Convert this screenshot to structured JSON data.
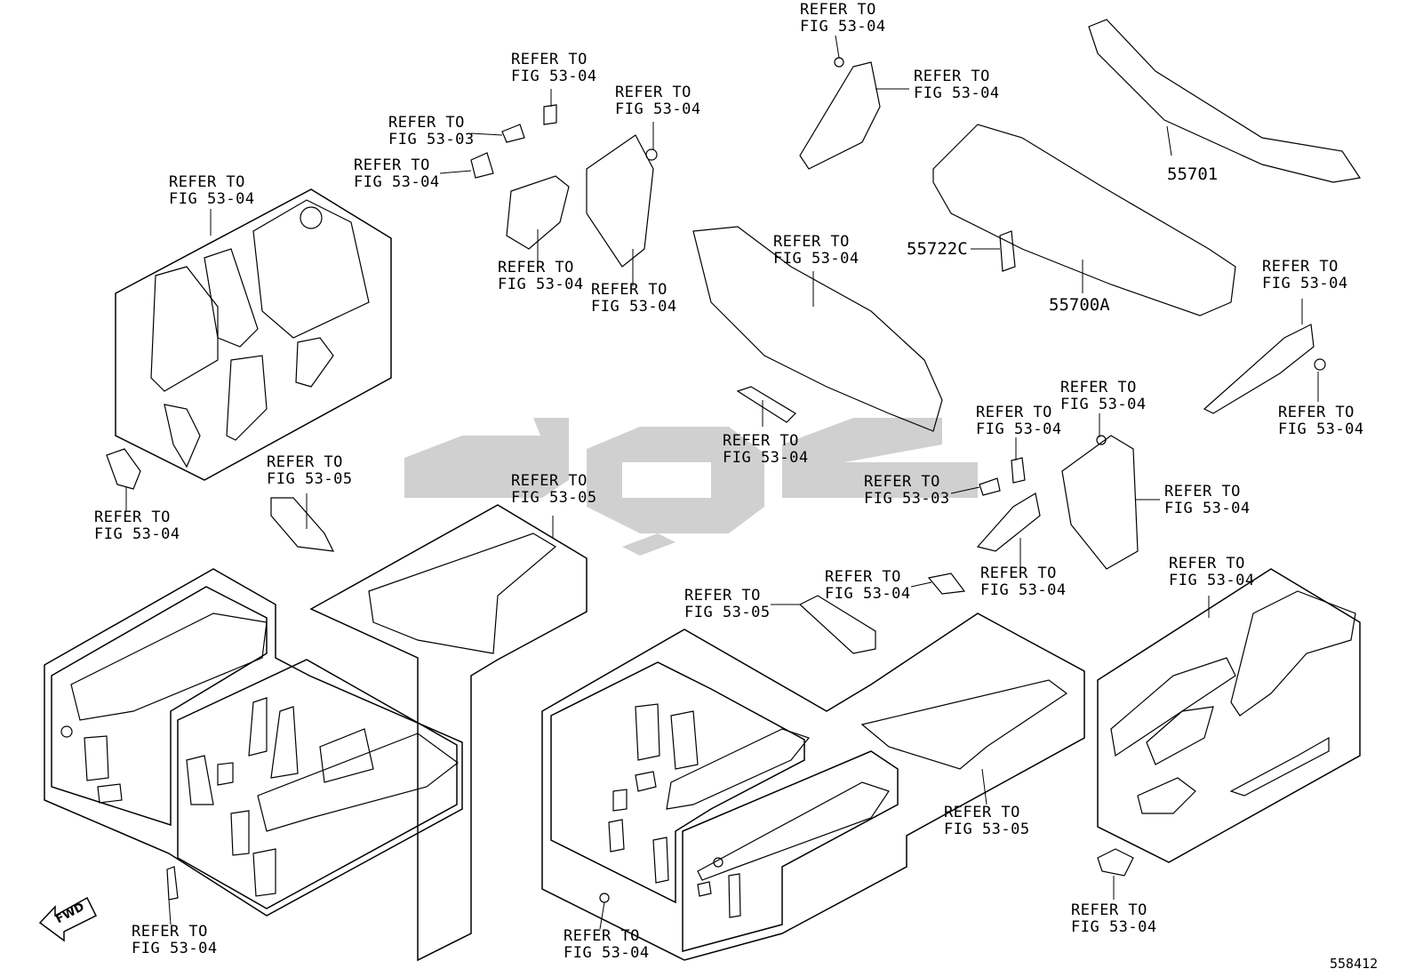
{
  "refs": [
    {
      "id": "r01",
      "line1": "REFER TO",
      "line2": "FIG 53-04"
    },
    {
      "id": "r02",
      "line1": "REFER TO",
      "line2": "FIG 53-04"
    },
    {
      "id": "r03",
      "line1": "REFER TO",
      "line2": "FIG 53-03"
    },
    {
      "id": "r04",
      "line1": "REFER TO",
      "line2": "FIG 53-04"
    },
    {
      "id": "r05",
      "line1": "REFER TO",
      "line2": "FIG 53-04"
    },
    {
      "id": "r06",
      "line1": "REFER TO",
      "line2": "FIG 53-04"
    },
    {
      "id": "r07",
      "line1": "REFER TO",
      "line2": "FIG 53-04"
    },
    {
      "id": "r08",
      "line1": "REFER TO",
      "line2": "FIG 53-04"
    },
    {
      "id": "r09",
      "line1": "REFER TO",
      "line2": "FIG 53-04"
    },
    {
      "id": "r10",
      "line1": "REFER TO",
      "line2": "FIG 53-04"
    },
    {
      "id": "r11",
      "line1": "REFER TO",
      "line2": "FIG 53-04"
    },
    {
      "id": "r12",
      "line1": "REFER TO",
      "line2": "FIG 53-05"
    },
    {
      "id": "r13",
      "line1": "REFER TO",
      "line2": "FIG 53-05"
    },
    {
      "id": "r14",
      "line1": "REFER TO",
      "line2": "FIG 53-04"
    },
    {
      "id": "r15",
      "line1": "REFER TO",
      "line2": "FIG 53-04"
    },
    {
      "id": "r16",
      "line1": "REFER TO",
      "line2": "FIG 53-04"
    },
    {
      "id": "r17",
      "line1": "REFER TO",
      "line2": "FIG 53-04"
    },
    {
      "id": "r18",
      "line1": "REFER TO",
      "line2": "FIG 53-04"
    },
    {
      "id": "r19",
      "line1": "REFER TO",
      "line2": "FIG 53-03"
    },
    {
      "id": "r20",
      "line1": "REFER TO",
      "line2": "FIG 53-04"
    },
    {
      "id": "r21",
      "line1": "REFER TO",
      "line2": "FIG 53-04"
    },
    {
      "id": "r22",
      "line1": "REFER TO",
      "line2": "FIG 53-04"
    },
    {
      "id": "r23",
      "line1": "REFER TO",
      "line2": "FIG 53-05"
    },
    {
      "id": "r24",
      "line1": "REFER TO",
      "line2": "FIG 53-04"
    },
    {
      "id": "r25",
      "line1": "REFER TO",
      "line2": "FIG 53-05"
    },
    {
      "id": "r26",
      "line1": "REFER TO",
      "line2": "FIG 53-04"
    },
    {
      "id": "r27",
      "line1": "REFER TO",
      "line2": "FIG 53-04"
    },
    {
      "id": "r28",
      "line1": "REFER TO",
      "line2": "FIG 53-04"
    }
  ],
  "part_numbers": {
    "p55701": "55701",
    "p55722C": "55722C",
    "p55700A": "55700A"
  },
  "direction_label": "FWD",
  "diagram_number": "558412",
  "colors": {
    "line": "#000000",
    "watermark": "#c8c8c8",
    "background": "#ffffff"
  }
}
